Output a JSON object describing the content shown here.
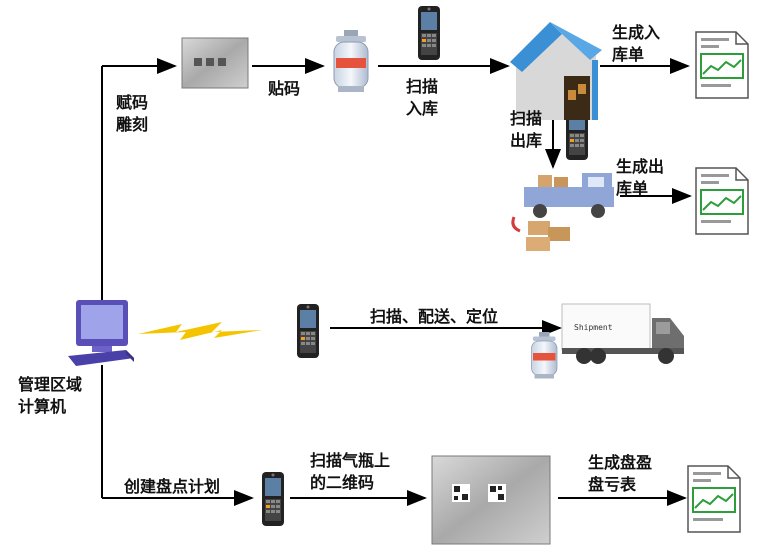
{
  "labels": {
    "engrave": "赋码\n雕刻",
    "apply_code": "贴码",
    "scan_in": "扫描\n入库",
    "scan_out": "扫描\n出库",
    "gen_in_doc": "生成入\n库单",
    "gen_out_doc": "生成出\n库单",
    "scan_deliver_locate": "扫描、配送、定位",
    "computer": "管理区域\n计算机",
    "create_plan": "创建盘点计划",
    "scan_cylinder_code": "扫描气瓶上\n的二维码",
    "gen_report": "生成盘盈\n盘亏表"
  },
  "truck_text": "Shipment",
  "icons": [
    "computer-icon",
    "metal-plate-icon",
    "gas-cylinder-icon",
    "handheld-scanner-icon",
    "warehouse-icon",
    "delivery-truck-icon",
    "shipment-truck-icon",
    "document-icon",
    "wireless-signal-icon"
  ],
  "colors": {
    "arrow": "#000000",
    "signal": "#f5c400",
    "document_chart": "#2e9e3a",
    "warehouse_roof": "#3b8fd4"
  }
}
